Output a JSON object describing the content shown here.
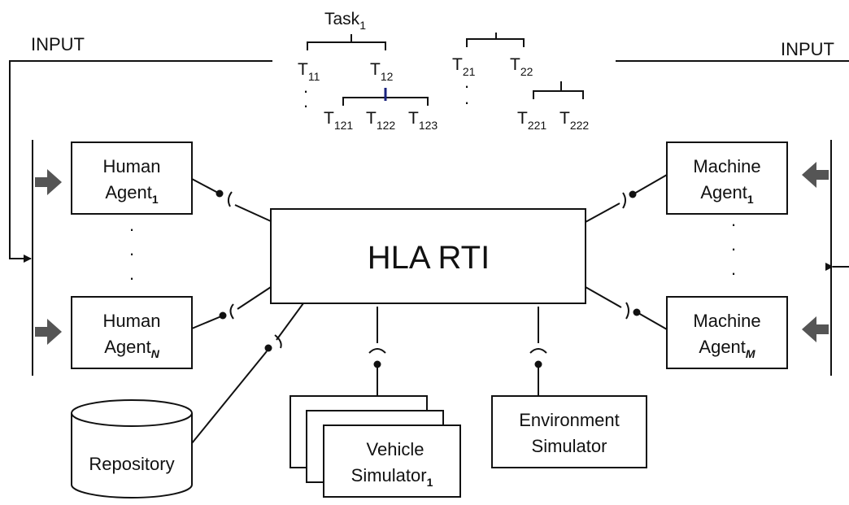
{
  "inputs": {
    "left": "INPUT",
    "right": "INPUT"
  },
  "task_tree": {
    "root": "Task",
    "root_sub": "1",
    "level1": [
      {
        "base": "T",
        "sub": "11"
      },
      {
        "base": "T",
        "sub": "12"
      },
      {
        "base": "T",
        "sub": "21"
      },
      {
        "base": "T",
        "sub": "22"
      }
    ],
    "level2": [
      {
        "base": "T",
        "sub": "121"
      },
      {
        "base": "T",
        "sub": "122"
      },
      {
        "base": "T",
        "sub": "123"
      },
      {
        "base": "T",
        "sub": "221"
      },
      {
        "base": "T",
        "sub": "222"
      }
    ],
    "ellipsis": "."
  },
  "human_agents": {
    "first": {
      "line1": "Human",
      "line2": "Agent",
      "sub": "1"
    },
    "last": {
      "line1": "Human",
      "line2": "Agent",
      "sub": "N"
    }
  },
  "machine_agents": {
    "first": {
      "line1": "Machine",
      "line2": "Agent",
      "sub": "1"
    },
    "last": {
      "line1": "Machine",
      "line2": "Agent",
      "sub": "M"
    }
  },
  "rti": {
    "label": "HLA RTI"
  },
  "repository": {
    "label": "Repository"
  },
  "vehicle_simulator": {
    "line1": "Vehicle",
    "line2": "Simulator",
    "sub": "1"
  },
  "environment_simulator": {
    "line1": "Environment",
    "line2": "Simulator"
  },
  "vertical_dots": "."
}
